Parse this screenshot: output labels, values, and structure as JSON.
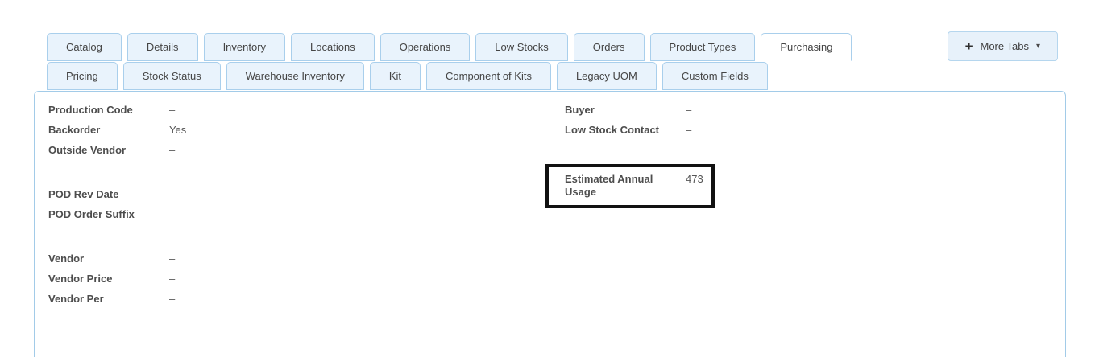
{
  "tabs": {
    "row1": [
      {
        "label": "Catalog",
        "active": false
      },
      {
        "label": "Details",
        "active": false
      },
      {
        "label": "Inventory",
        "active": false
      },
      {
        "label": "Locations",
        "active": false
      },
      {
        "label": "Operations",
        "active": false
      },
      {
        "label": "Low Stocks",
        "active": false
      },
      {
        "label": "Orders",
        "active": false
      },
      {
        "label": "Product Types",
        "active": false
      },
      {
        "label": "Purchasing",
        "active": true
      }
    ],
    "row2": [
      {
        "label": "Pricing",
        "active": false
      },
      {
        "label": "Stock Status",
        "active": false
      },
      {
        "label": "Warehouse Inventory",
        "active": false
      },
      {
        "label": "Kit",
        "active": false
      },
      {
        "label": "Component of Kits",
        "active": false
      },
      {
        "label": "Legacy UOM",
        "active": false
      },
      {
        "label": "Custom Fields",
        "active": false
      }
    ],
    "more_tabs_button": {
      "label": "More Tabs",
      "plus_icon": "+",
      "caret_icon": "▾"
    }
  },
  "panel": {
    "active_tab": "Purchasing",
    "left_groups": [
      {
        "items": [
          {
            "label": "Production Code",
            "value": "–"
          },
          {
            "label": "Backorder",
            "value": "Yes"
          },
          {
            "label": "Outside Vendor",
            "value": "–"
          }
        ]
      },
      {
        "items": [
          {
            "label": "POD Rev Date",
            "value": "–"
          },
          {
            "label": "POD Order Suffix",
            "value": "–"
          }
        ]
      },
      {
        "items": [
          {
            "label": "Vendor",
            "value": "–"
          },
          {
            "label": "Vendor Price",
            "value": "–"
          },
          {
            "label": "Vendor Per",
            "value": "–"
          }
        ]
      }
    ],
    "right_groups": [
      {
        "items": [
          {
            "label": "Buyer",
            "value": "–"
          },
          {
            "label": "Low Stock Contact",
            "value": "–"
          }
        ]
      },
      {
        "items": [
          {
            "label": "Estimated Annual Usage",
            "value": "473",
            "highlighted": true
          }
        ]
      }
    ]
  },
  "colors": {
    "tab_background": "#e9f3fc",
    "tab_border": "#a9cfec",
    "active_tab_background": "#ffffff",
    "panel_border": "#a2cbe8",
    "label_text": "#4d4d4d",
    "value_text": "#565656",
    "highlight_border": "#111111"
  }
}
